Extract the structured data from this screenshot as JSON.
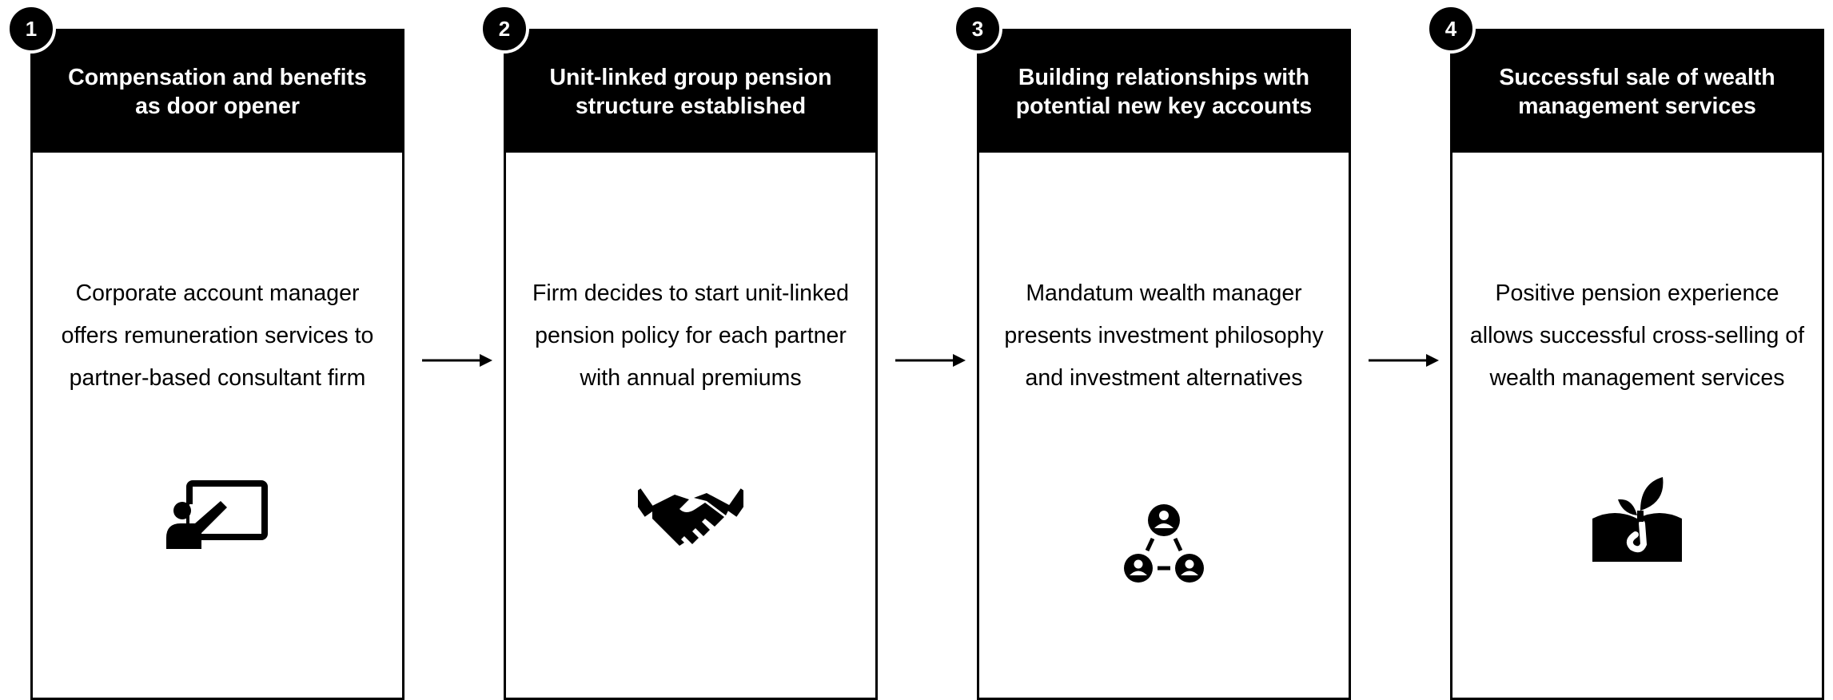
{
  "steps": [
    {
      "number": "1",
      "title": "Compensation and benefits as door opener",
      "description": "Corporate account manager offers remuneration services to partner-based consultant firm",
      "icon": "presentation-icon"
    },
    {
      "number": "2",
      "title": "Unit-linked group pension structure established",
      "description": "Firm decides to start unit-linked pension policy for each partner with annual premiums",
      "icon": "handshake-icon"
    },
    {
      "number": "3",
      "title": "Building relationships with potential new key accounts",
      "description": "Mandatum wealth manager presents investment philosophy and investment alternatives",
      "icon": "network-people-icon"
    },
    {
      "number": "4",
      "title": "Successful sale of wealth management services",
      "description": "Positive pension experience allows successful cross-selling of wealth management services",
      "icon": "sprout-icon"
    }
  ],
  "colors": {
    "header_bg": "#000000",
    "header_text": "#ffffff",
    "body_text": "#000000",
    "border": "#000000"
  }
}
